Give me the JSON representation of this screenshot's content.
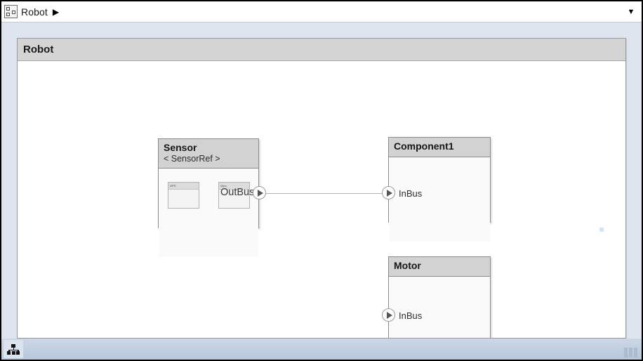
{
  "window": {
    "title": "Robot"
  },
  "breadcrumb": {
    "model_icon": "model-block-icon",
    "label": "Robot",
    "arrow_glyph": "▶",
    "dropdown_icon": "chevron-down-icon",
    "dropdown_glyph": "▼"
  },
  "diagram": {
    "title": "Robot",
    "blocks": [
      {
        "id": "sensor",
        "title": "Sensor",
        "subtitle": "< SensorRef >",
        "sub_blocks": [
          {
            "id": "gps",
            "label": "GPS"
          },
          {
            "id": "gyro",
            "label": "Gyro"
          }
        ],
        "ports": [
          {
            "id": "outbus",
            "label": "OutBus",
            "direction": "output",
            "icon": "port-triangle-icon"
          }
        ]
      },
      {
        "id": "component1",
        "title": "Component1",
        "subtitle": "",
        "ports": [
          {
            "id": "inbus",
            "label": "InBus",
            "direction": "input",
            "icon": "port-triangle-icon"
          }
        ]
      },
      {
        "id": "motor",
        "title": "Motor",
        "subtitle": "",
        "ports": [
          {
            "id": "inbus",
            "label": "InBus",
            "direction": "input",
            "icon": "port-triangle-icon"
          }
        ]
      }
    ],
    "connections": [
      {
        "id": "sensor-to-component1",
        "from": "Sensor.OutBus",
        "to": "Component1.InBus"
      }
    ]
  },
  "status_bar": {
    "hierarchy_icon": "hierarchy-icon"
  },
  "colors": {
    "block_header": "#d2d2d2",
    "block_body": "#fafafa",
    "block_border": "#8c8c8c",
    "canvas_frame": "#dfe5ee",
    "status_bar": "#c2cfe0",
    "connection_line": "#b0b0b0"
  }
}
